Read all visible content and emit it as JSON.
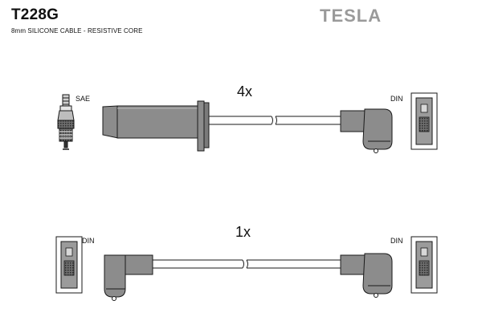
{
  "header": {
    "part_number": "T228G",
    "spec": "8mm SILICONE CABLE - RESISTIVE CORE",
    "brand": "TESLA"
  },
  "set_a": {
    "quantity": "4x",
    "left_label": "SAE",
    "right_label": "DIN"
  },
  "set_b": {
    "quantity": "1x",
    "left_label": "DIN",
    "right_label": "DIN"
  },
  "colors": {
    "boot_fill": "#8c8c8c",
    "boot_stroke": "#1a1a1a",
    "brand_gray": "#9a9a9a"
  }
}
